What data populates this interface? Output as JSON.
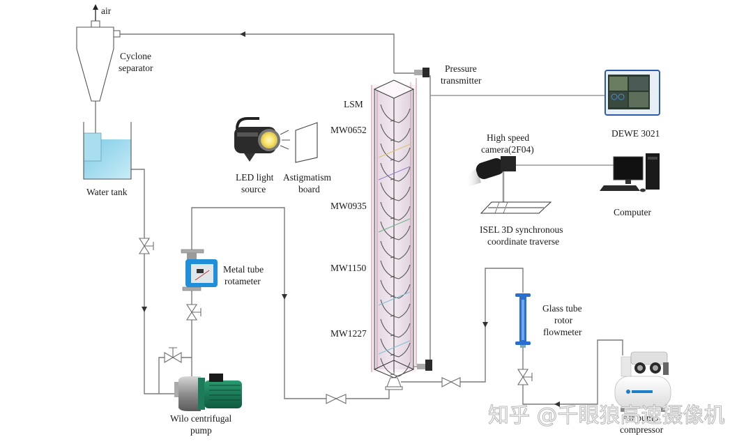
{
  "diagram": {
    "title": "Experimental setup: vertical swirling gas-liquid flow test column",
    "labels": {
      "air": "air",
      "cyclone_line1": "Cyclone",
      "cyclone_line2": "separator",
      "water_tank": "Water tank",
      "led_line1": "LED light",
      "led_line2": "source",
      "board_line1": "Astigmatism",
      "board_line2": "board",
      "pressure_line1": "Pressure",
      "pressure_line2": "transmitter",
      "dewe": "DEWE 3021",
      "camera_line1": "High speed",
      "camera_line2": "camera(2F04)",
      "computer": "Computer",
      "traverse_line1": "ISEL 3D synchronous",
      "traverse_line2": "coordinate traverse",
      "rotameter_line1": "Metal tube",
      "rotameter_line2": "rotameter",
      "pump_line1": "Wilo centrifugal",
      "pump_line2": "pump",
      "glass_line1": "Glass tube",
      "glass_line2": "rotor",
      "glass_line3": "flowmeter",
      "compressor_line1": "Air pump",
      "compressor_line2": "compressor"
    },
    "column_sections": [
      {
        "name": "LSM"
      },
      {
        "name": "MW0652"
      },
      {
        "name": "MW0935"
      },
      {
        "name": "MW1150"
      },
      {
        "name": "MW1227"
      }
    ],
    "watermark": "知乎 @千眼狼高速摄像机",
    "colors": {
      "pipe": "#7a7a7a",
      "water": "#9fd8ec",
      "column_tint": "#f0d6e6",
      "rotameter_blue": "#1e8fd8",
      "pump_green": "#1d7a5a",
      "flowmeter_blue": "#2a6fd0"
    }
  }
}
